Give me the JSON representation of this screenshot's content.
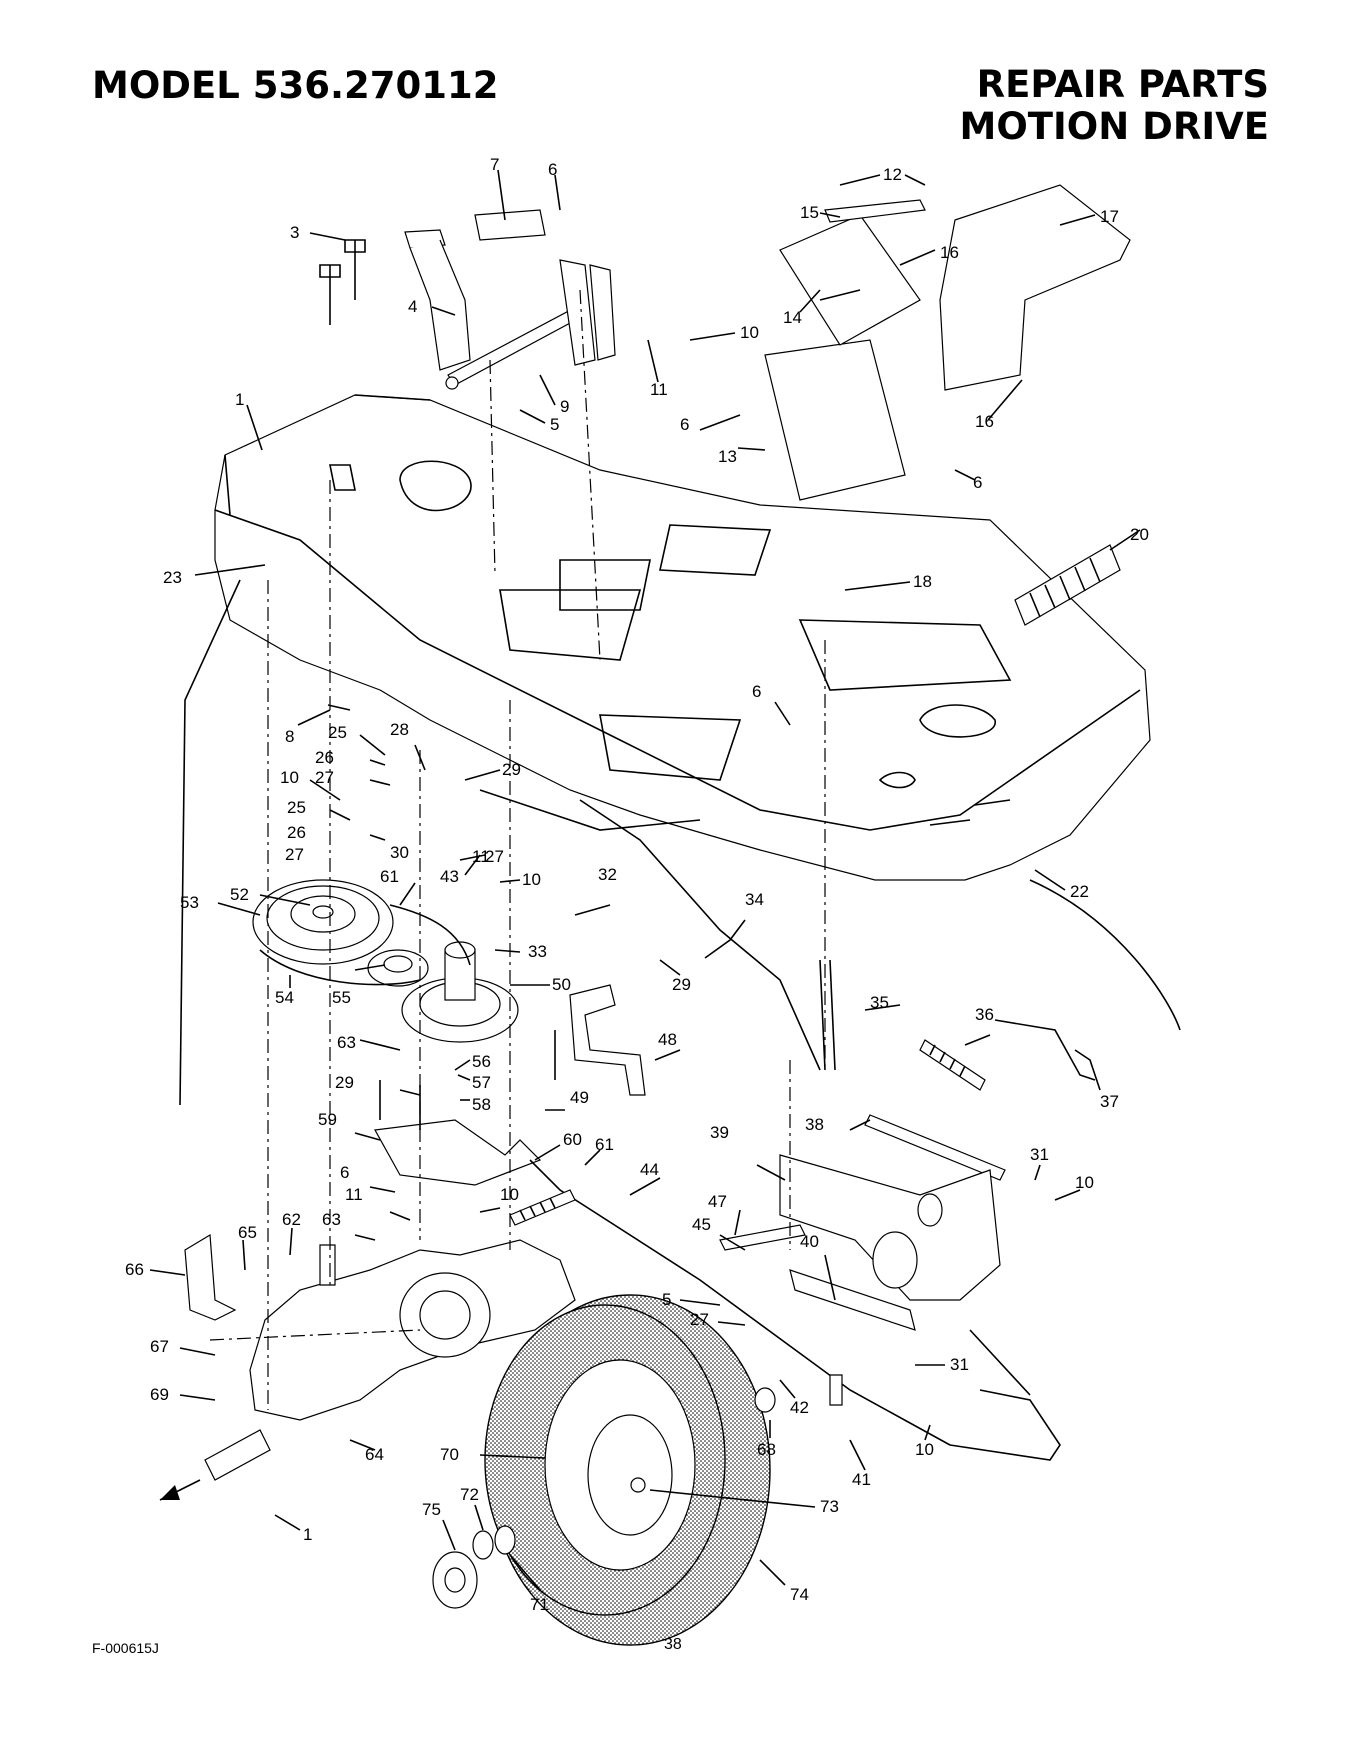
{
  "header": {
    "model": "MODEL 536.270112",
    "section_line1": "REPAIR PARTS",
    "section_line2": "MOTION DRIVE"
  },
  "footer": {
    "figure_code": "F-000615J",
    "page_number": "38"
  },
  "callouts": [
    {
      "id": "c3",
      "label": "3"
    },
    {
      "id": "c7",
      "label": "7"
    },
    {
      "id": "c6a",
      "label": "6"
    },
    {
      "id": "c12",
      "label": "12"
    },
    {
      "id": "c15",
      "label": "15"
    },
    {
      "id": "c17",
      "label": "17"
    },
    {
      "id": "c4",
      "label": "4"
    },
    {
      "id": "c10a",
      "label": "10"
    },
    {
      "id": "c16a",
      "label": "16"
    },
    {
      "id": "c14",
      "label": "14"
    },
    {
      "id": "c11a",
      "label": "11"
    },
    {
      "id": "c9",
      "label": "9"
    },
    {
      "id": "c1a",
      "label": "1"
    },
    {
      "id": "c5a",
      "label": "5"
    },
    {
      "id": "c6b",
      "label": "6"
    },
    {
      "id": "c16b",
      "label": "16"
    },
    {
      "id": "c13",
      "label": "13"
    },
    {
      "id": "c6c",
      "label": "6"
    },
    {
      "id": "c20",
      "label": "20"
    },
    {
      "id": "c23",
      "label": "23"
    },
    {
      "id": "c18",
      "label": "18"
    },
    {
      "id": "c6d",
      "label": "6"
    },
    {
      "id": "c8",
      "label": "8"
    },
    {
      "id": "c25a",
      "label": "25"
    },
    {
      "id": "c28",
      "label": "28"
    },
    {
      "id": "c26a",
      "label": "26"
    },
    {
      "id": "c29a",
      "label": "29"
    },
    {
      "id": "c10b",
      "label": "10"
    },
    {
      "id": "c27a",
      "label": "27"
    },
    {
      "id": "c25b",
      "label": "25"
    },
    {
      "id": "c11b",
      "label": "11"
    },
    {
      "id": "c26b",
      "label": "26"
    },
    {
      "id": "c27b",
      "label": "27"
    },
    {
      "id": "c52",
      "label": "52"
    },
    {
      "id": "c27c",
      "label": "27"
    },
    {
      "id": "c30",
      "label": "30"
    },
    {
      "id": "c22",
      "label": "22"
    },
    {
      "id": "c53",
      "label": "53"
    },
    {
      "id": "c61a",
      "label": "61"
    },
    {
      "id": "c43",
      "label": "43"
    },
    {
      "id": "c10c",
      "label": "10"
    },
    {
      "id": "c32",
      "label": "32"
    },
    {
      "id": "c34",
      "label": "34"
    },
    {
      "id": "c33",
      "label": "33"
    },
    {
      "id": "c50",
      "label": "50"
    },
    {
      "id": "c29b",
      "label": "29"
    },
    {
      "id": "c54",
      "label": "54"
    },
    {
      "id": "c55",
      "label": "55"
    },
    {
      "id": "c35",
      "label": "35"
    },
    {
      "id": "c36",
      "label": "36"
    },
    {
      "id": "c48",
      "label": "48"
    },
    {
      "id": "c63a",
      "label": "63"
    },
    {
      "id": "c56",
      "label": "56"
    },
    {
      "id": "c29c",
      "label": "29"
    },
    {
      "id": "c57",
      "label": "57"
    },
    {
      "id": "c58",
      "label": "58"
    },
    {
      "id": "c49",
      "label": "49"
    },
    {
      "id": "c37",
      "label": "37"
    },
    {
      "id": "c59",
      "label": "59"
    },
    {
      "id": "c38",
      "label": "38"
    },
    {
      "id": "c60",
      "label": "60"
    },
    {
      "id": "c61b",
      "label": "61"
    },
    {
      "id": "c39",
      "label": "39"
    },
    {
      "id": "c31a",
      "label": "31"
    },
    {
      "id": "c6e",
      "label": "6"
    },
    {
      "id": "c44",
      "label": "44"
    },
    {
      "id": "c10d",
      "label": "10"
    },
    {
      "id": "c11c",
      "label": "11"
    },
    {
      "id": "c10e",
      "label": "10"
    },
    {
      "id": "c47",
      "label": "47"
    },
    {
      "id": "c65",
      "label": "65"
    },
    {
      "id": "c62",
      "label": "62"
    },
    {
      "id": "c45",
      "label": "45"
    },
    {
      "id": "c63b",
      "label": "63"
    },
    {
      "id": "c40",
      "label": "40"
    },
    {
      "id": "c66",
      "label": "66"
    },
    {
      "id": "c5b",
      "label": "5"
    },
    {
      "id": "c27d",
      "label": "27"
    },
    {
      "id": "c67",
      "label": "67"
    },
    {
      "id": "c31b",
      "label": "31"
    },
    {
      "id": "c69",
      "label": "69"
    },
    {
      "id": "c42",
      "label": "42"
    },
    {
      "id": "c68",
      "label": "68"
    },
    {
      "id": "c10f",
      "label": "10"
    },
    {
      "id": "c70",
      "label": "70"
    },
    {
      "id": "c64",
      "label": "64"
    },
    {
      "id": "c41",
      "label": "41"
    },
    {
      "id": "c72",
      "label": "72"
    },
    {
      "id": "c73",
      "label": "73"
    },
    {
      "id": "c75",
      "label": "75"
    },
    {
      "id": "c1b",
      "label": "1"
    },
    {
      "id": "c71",
      "label": "71"
    },
    {
      "id": "c74",
      "label": "74"
    }
  ]
}
